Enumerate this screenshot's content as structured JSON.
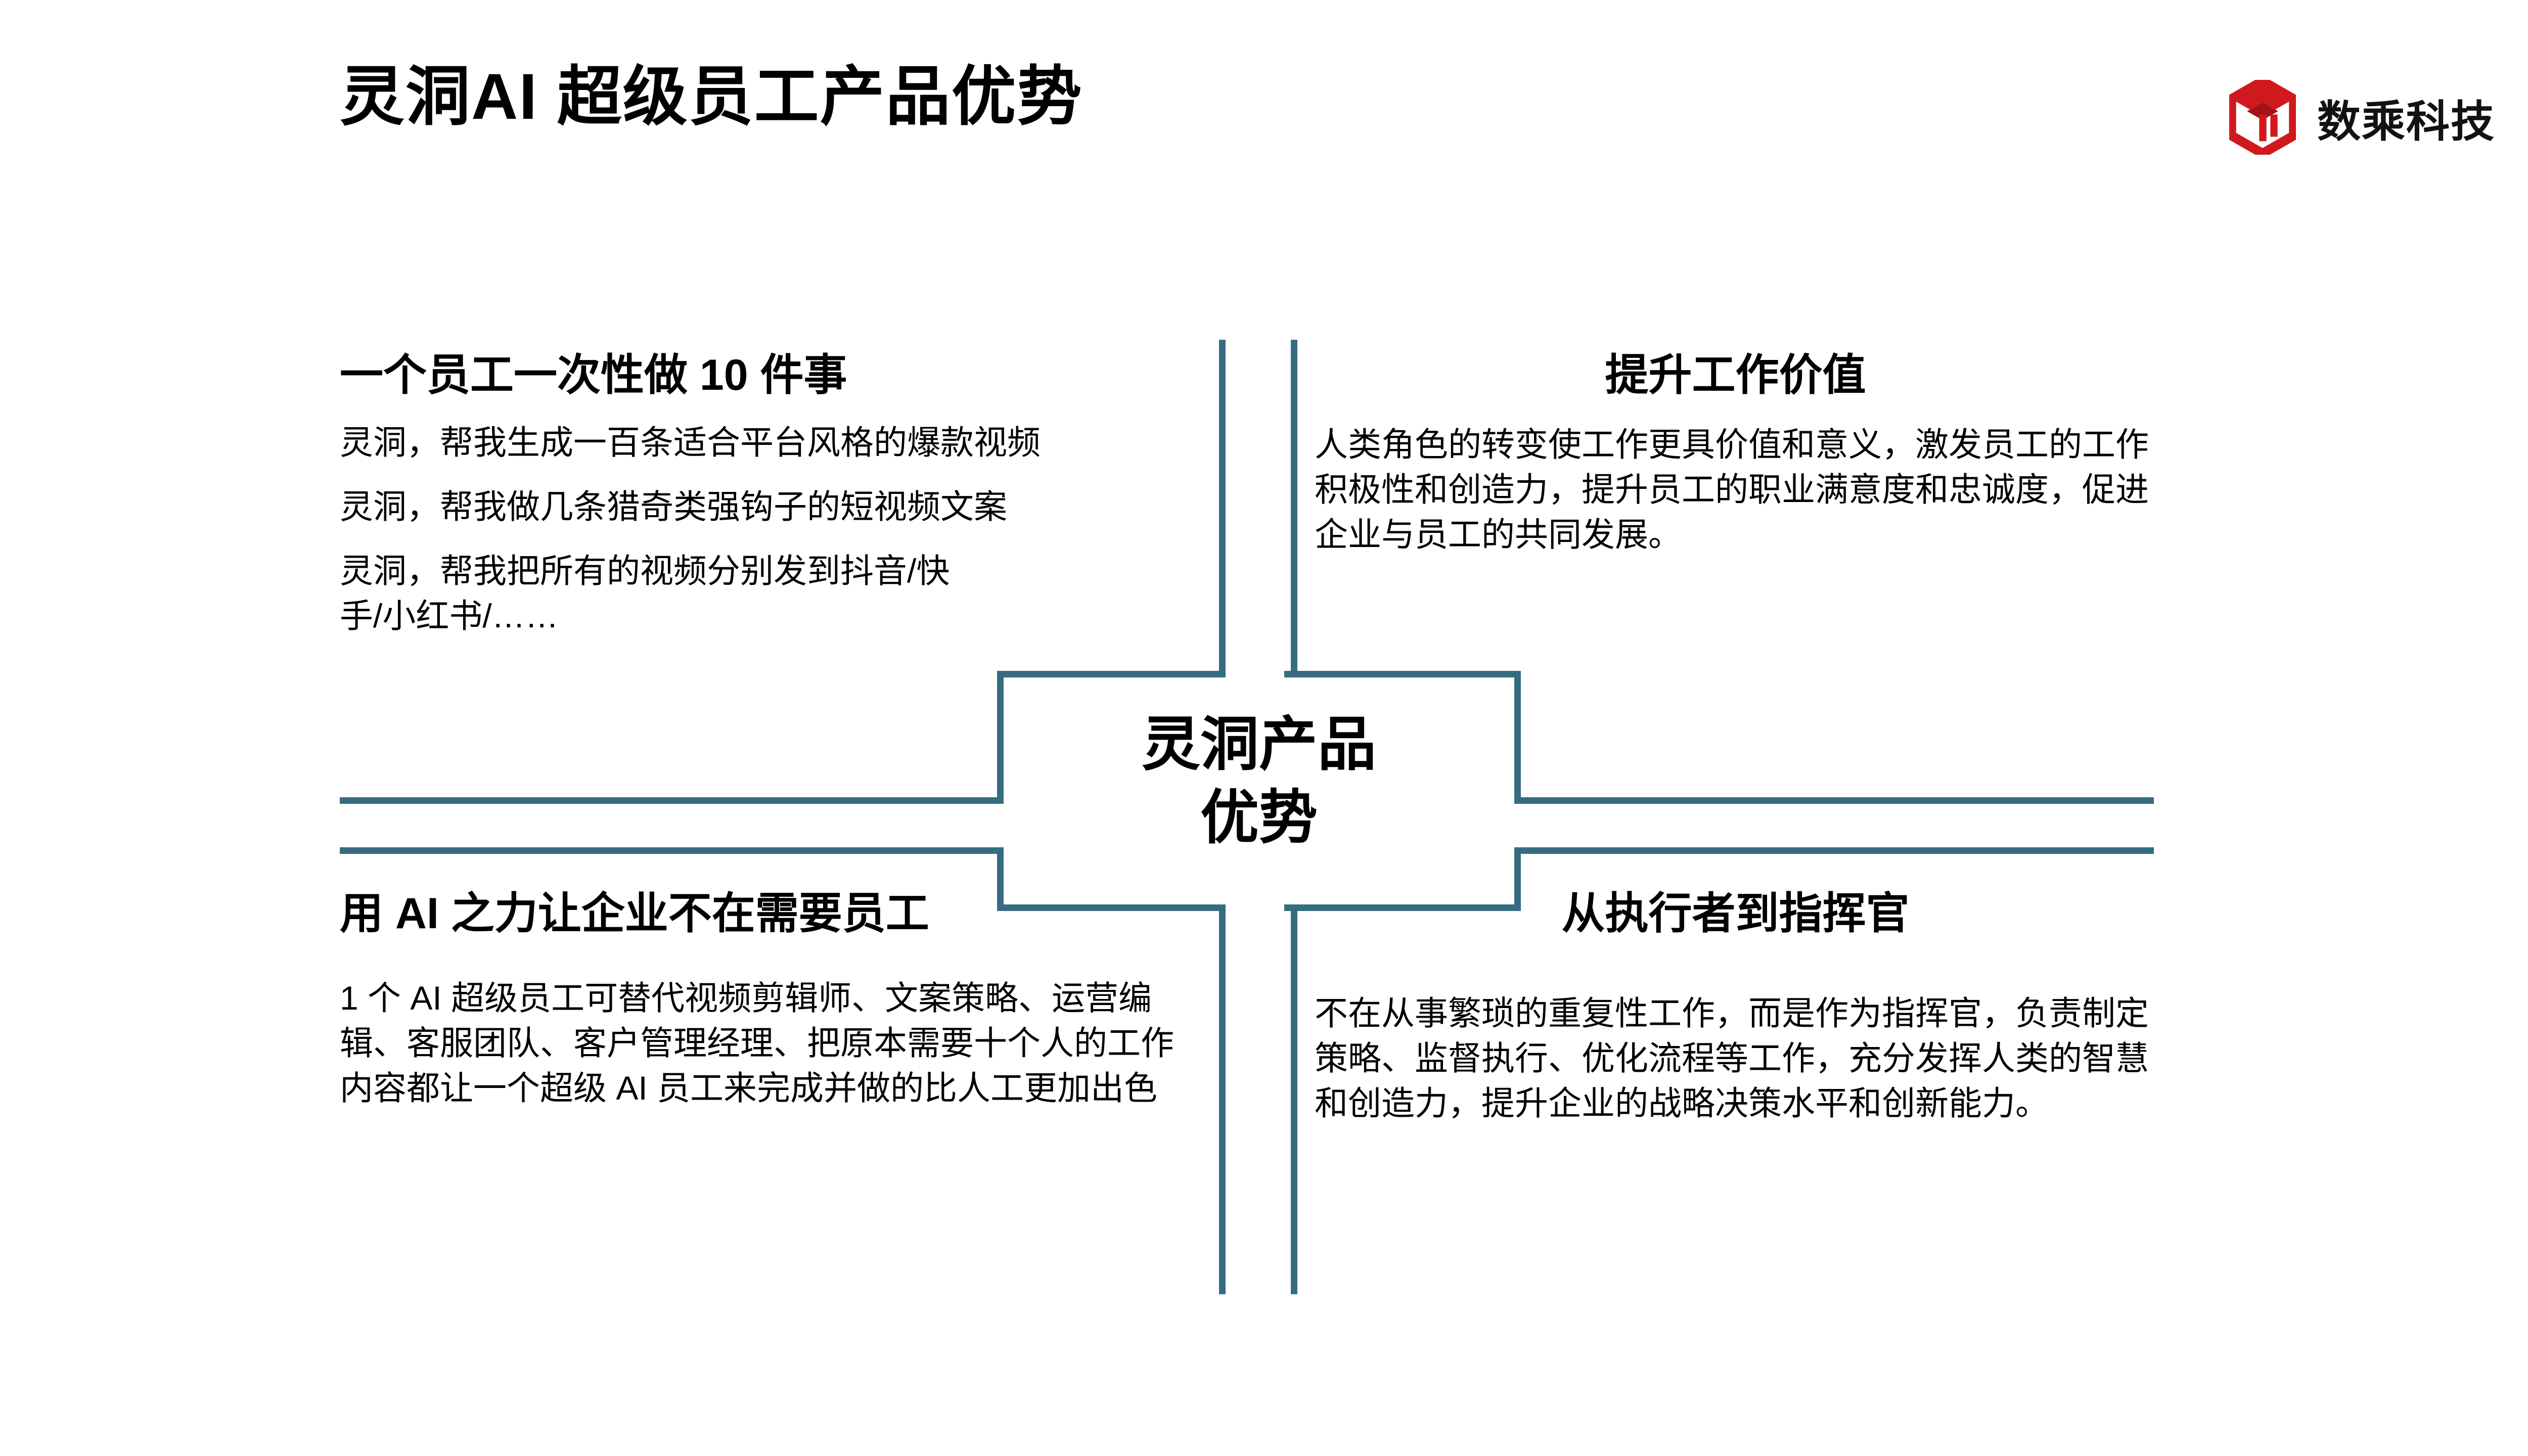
{
  "header": {
    "title": "灵洞AI 超级员工产品优势",
    "brand_name": "数乘科技",
    "brand_icon": "hexagon-cube-logo-icon",
    "brand_color": "#d0191e"
  },
  "theme": {
    "rule_color": "#366c80",
    "background": "#ffffff",
    "text_color": "#000000"
  },
  "center": {
    "line1": "灵洞产品",
    "line2": "优势"
  },
  "quadrants": {
    "top_left": {
      "heading": "一个员工一次性做 10 件事",
      "paragraphs": [
        "灵洞，帮我生成一百条适合平台风格的爆款视频",
        "灵洞，帮我做几条猎奇类强钩子的短视频文案",
        "灵洞，帮我把所有的视频分别发到抖音/快手/小红书/……"
      ]
    },
    "top_right": {
      "heading": "提升工作价值",
      "paragraphs": [
        "人类角色的转变使工作更具价值和意义，激发员工的工作积极性和创造力，提升员工的职业满意度和忠诚度，促进企业与员工的共同发展。"
      ]
    },
    "bottom_left": {
      "heading": "用 AI 之力让企业不在需要员工",
      "paragraphs": [
        "1 个 AI 超级员工可替代视频剪辑师、文案策略、运营编辑、客服团队、客户管理经理、把原本需要十个人的工作内容都让一个超级 AI 员工来完成并做的比人工更加出色"
      ]
    },
    "bottom_right": {
      "heading": "从执行者到指挥官",
      "paragraphs": [
        "不在从事繁琐的重复性工作，而是作为指挥官，负责制定策略、监督执行、优化流程等工作，充分发挥人类的智慧和创造力，提升企业的战略决策水平和创新能力。"
      ]
    }
  }
}
